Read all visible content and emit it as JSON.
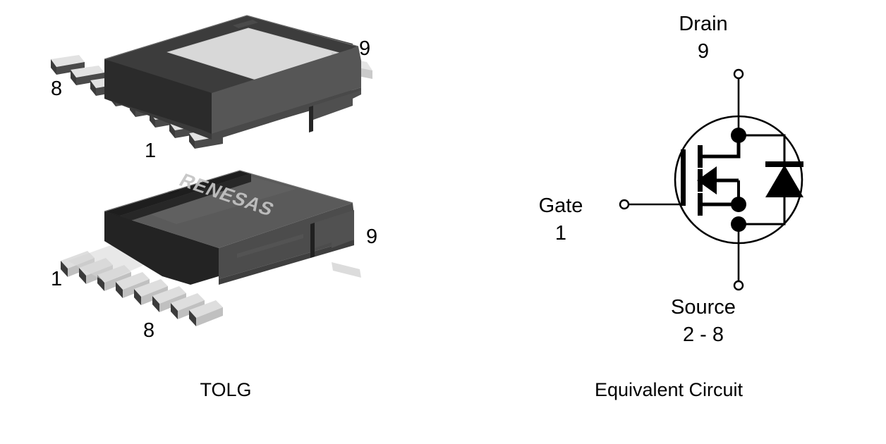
{
  "package_view": {
    "caption": "TOLG",
    "brand_mark": "RENESAS",
    "top_package": {
      "name": "tolg-bottom-view",
      "pin_labels": {
        "first": "1",
        "last_left": "8",
        "tab": "9"
      }
    },
    "bottom_package": {
      "name": "tolg-top-view",
      "pin_labels": {
        "first": "1",
        "last_left": "8",
        "tab": "9"
      }
    },
    "colors": {
      "body_dark": "#2f2f2f",
      "body_mid": "#585858",
      "body_light": "#6e6e6e",
      "metal_pad": "#d8d8d8",
      "lead_light": "#e2e2e2",
      "lead_mid": "#b9b9b9",
      "lead_dark": "#4a4a4a"
    }
  },
  "circuit_view": {
    "caption": "Equivalent Circuit",
    "terminals": {
      "drain": {
        "label": "Drain",
        "pin": "9"
      },
      "gate": {
        "label": "Gate",
        "pin": "1"
      },
      "source": {
        "label": "Source",
        "pin": "2 - 8"
      }
    },
    "symbol": {
      "device": "n-channel-mosfet",
      "has_body_diode": true,
      "colors": {
        "stroke": "#000000",
        "fill": "#000000"
      }
    }
  }
}
